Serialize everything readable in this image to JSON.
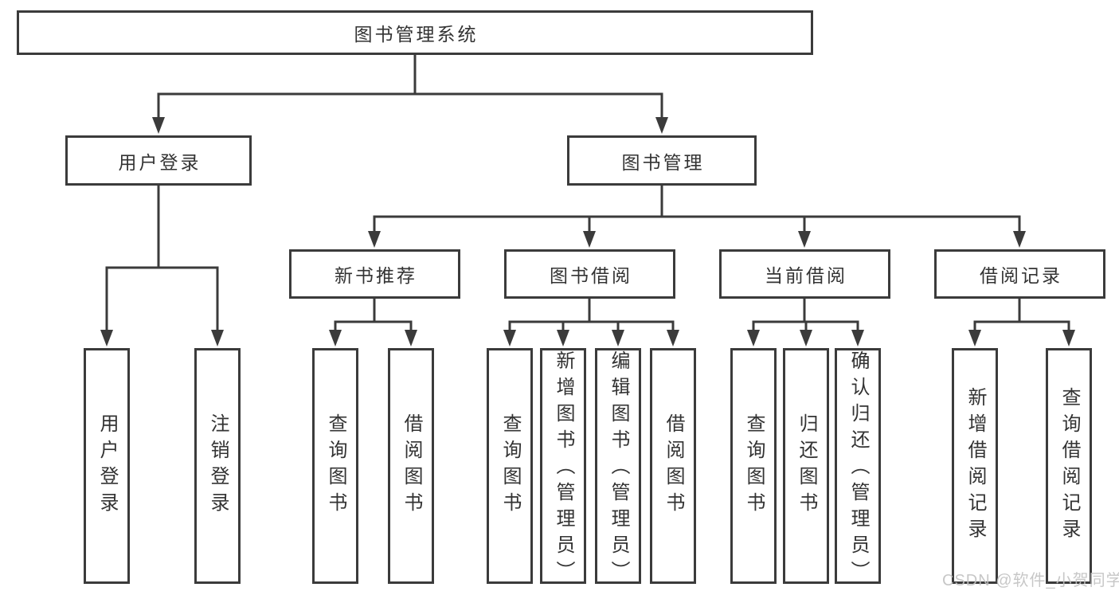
{
  "diagram": {
    "root": {
      "label": "图书管理系统"
    },
    "level2": [
      {
        "label": "用户登录"
      },
      {
        "label": "图书管理"
      }
    ],
    "level3": [
      {
        "label": "新书推荐"
      },
      {
        "label": "图书借阅"
      },
      {
        "label": "当前借阅"
      },
      {
        "label": "借阅记录"
      }
    ],
    "leaves": [
      {
        "label": "用户登录"
      },
      {
        "label": "注销登录"
      },
      {
        "label": "查询图书"
      },
      {
        "label": "借阅图书"
      },
      {
        "label": "查询图书"
      },
      {
        "label": "新增图书（管理员）"
      },
      {
        "label": "编辑图书（管理员）"
      },
      {
        "label": "借阅图书"
      },
      {
        "label": "查询图书"
      },
      {
        "label": "归还图书"
      },
      {
        "label": "确认归还（管理员）"
      },
      {
        "label": "新增借阅记录"
      },
      {
        "label": "查询借阅记录"
      }
    ]
  },
  "watermark": {
    "text": "CSDN @软件_小贺同学"
  },
  "colors": {
    "line": "#3b3b3b",
    "text": "#333333",
    "watermark": "#c2c2c2",
    "background": "#ffffff"
  }
}
